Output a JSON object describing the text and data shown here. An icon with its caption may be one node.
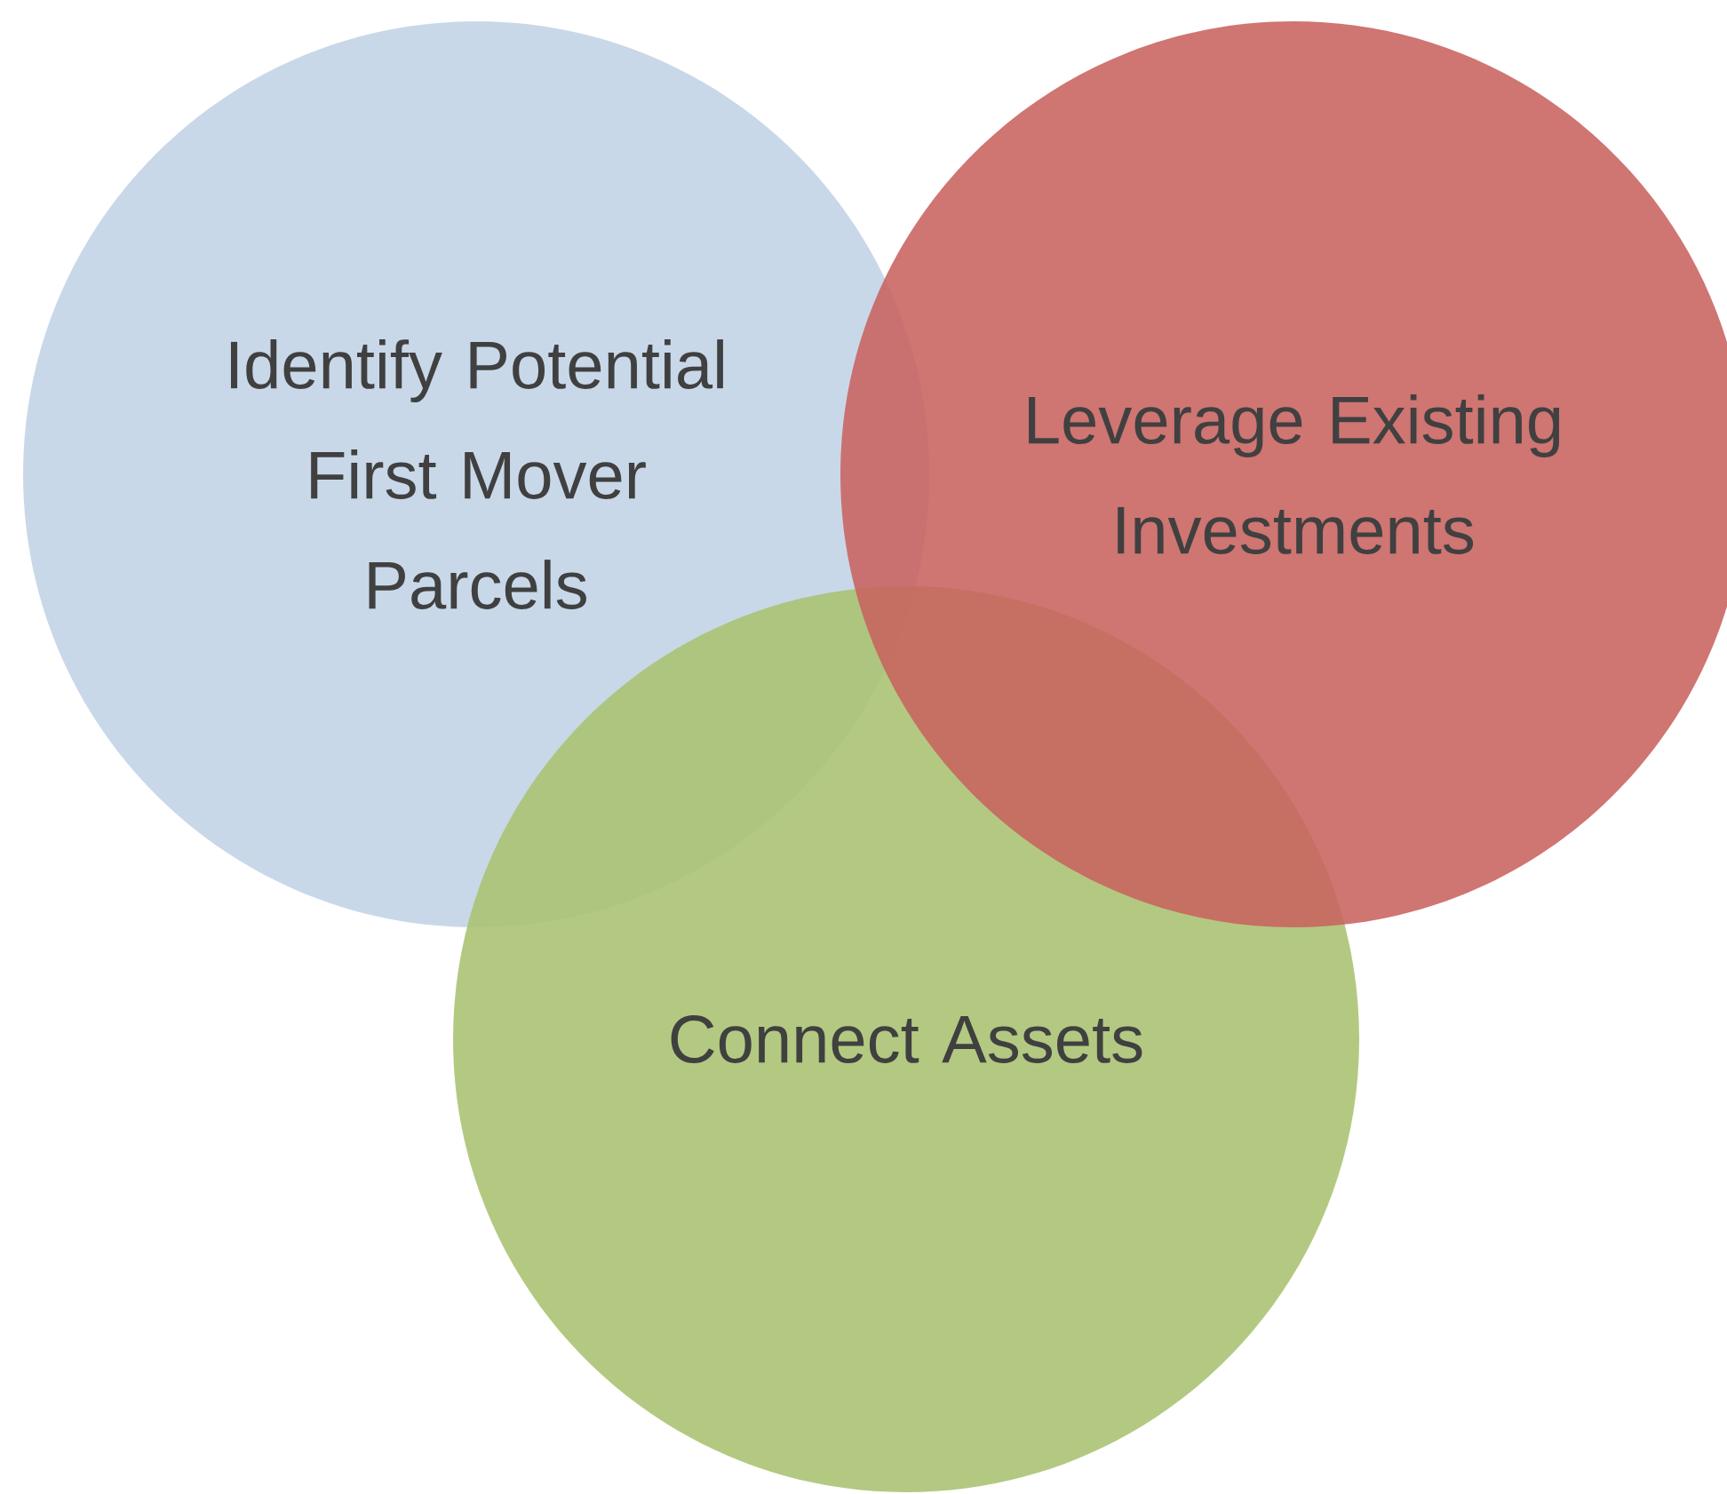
{
  "diagram": {
    "nodes": [
      {
        "text": [
          "Identify Potential First Mover Parcels"
        ]
      },
      {
        "text": [
          "Leverage Existing Investments"
        ]
      },
      {
        "text": [
          "Connect Assets"
        ]
      }
    ]
  }
}
